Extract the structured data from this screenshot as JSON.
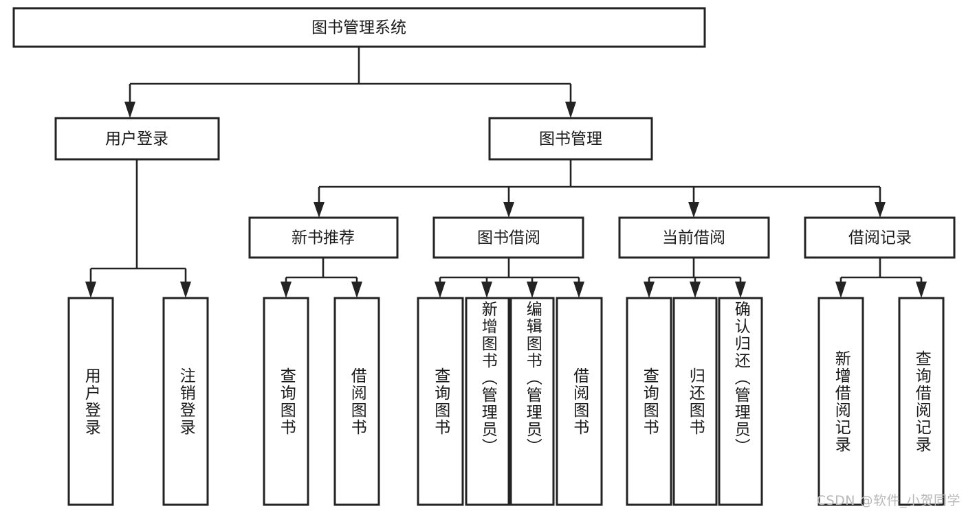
{
  "diagram": {
    "title": "图书管理系统",
    "type": "tree-hierarchy",
    "watermark": "CSDN @软件_小贺同学",
    "colors": {
      "box_stroke": "#232323",
      "box_fill": "#ffffff",
      "edge": "#232323",
      "text": "#1a1a1a",
      "watermark": "#b8b8b8",
      "background": "#ffffff"
    },
    "nodes": {
      "root": {
        "label": "图书管理系统",
        "level": 1,
        "orientation": "horizontal"
      },
      "user_login": {
        "label": "用户登录",
        "level": 2,
        "orientation": "horizontal"
      },
      "book_manage": {
        "label": "图书管理",
        "level": 2,
        "orientation": "horizontal"
      },
      "new_book_rec": {
        "label": "新书推荐",
        "level": 3,
        "orientation": "horizontal"
      },
      "book_borrow": {
        "label": "图书借阅",
        "level": 3,
        "orientation": "horizontal"
      },
      "current_borrow": {
        "label": "当前借阅",
        "level": 3,
        "orientation": "horizontal"
      },
      "borrow_record": {
        "label": "借阅记录",
        "level": 3,
        "orientation": "horizontal"
      },
      "leaf_user_login": {
        "label": "用户登录",
        "level": 4,
        "orientation": "vertical"
      },
      "leaf_logout": {
        "label": "注销登录",
        "level": 4,
        "orientation": "vertical"
      },
      "leaf_query_book_1": {
        "label": "查询图书",
        "level": 4,
        "orientation": "vertical"
      },
      "leaf_borrow_book_1": {
        "label": "借阅图书",
        "level": 4,
        "orientation": "vertical"
      },
      "leaf_query_book_2": {
        "label": "查询图书",
        "level": 4,
        "orientation": "vertical"
      },
      "leaf_add_book": {
        "label": "新增图书（管理员）",
        "level": 4,
        "orientation": "vertical"
      },
      "leaf_edit_book": {
        "label": "编辑图书（管理员）",
        "level": 4,
        "orientation": "vertical"
      },
      "leaf_borrow_book_2": {
        "label": "借阅图书",
        "level": 4,
        "orientation": "vertical"
      },
      "leaf_query_book_3": {
        "label": "查询图书",
        "level": 4,
        "orientation": "vertical"
      },
      "leaf_return_book": {
        "label": "归还图书",
        "level": 4,
        "orientation": "vertical"
      },
      "leaf_confirm_return": {
        "label": "确认归还（管理员）",
        "level": 4,
        "orientation": "vertical"
      },
      "leaf_add_record": {
        "label": "新增借阅记录",
        "level": 4,
        "orientation": "vertical"
      },
      "leaf_query_record": {
        "label": "查询借阅记录",
        "level": 4,
        "orientation": "vertical"
      }
    },
    "edges": [
      {
        "from": "root",
        "to": "user_login"
      },
      {
        "from": "root",
        "to": "book_manage"
      },
      {
        "from": "book_manage",
        "to": "new_book_rec"
      },
      {
        "from": "book_manage",
        "to": "book_borrow"
      },
      {
        "from": "book_manage",
        "to": "current_borrow"
      },
      {
        "from": "book_manage",
        "to": "borrow_record"
      },
      {
        "from": "user_login",
        "to": "leaf_user_login"
      },
      {
        "from": "user_login",
        "to": "leaf_logout"
      },
      {
        "from": "new_book_rec",
        "to": "leaf_query_book_1"
      },
      {
        "from": "new_book_rec",
        "to": "leaf_borrow_book_1"
      },
      {
        "from": "book_borrow",
        "to": "leaf_query_book_2"
      },
      {
        "from": "book_borrow",
        "to": "leaf_add_book"
      },
      {
        "from": "book_borrow",
        "to": "leaf_edit_book"
      },
      {
        "from": "book_borrow",
        "to": "leaf_borrow_book_2"
      },
      {
        "from": "current_borrow",
        "to": "leaf_query_book_3"
      },
      {
        "from": "current_borrow",
        "to": "leaf_return_book"
      },
      {
        "from": "current_borrow",
        "to": "leaf_confirm_return"
      },
      {
        "from": "borrow_record",
        "to": "leaf_add_record"
      },
      {
        "from": "borrow_record",
        "to": "leaf_query_record"
      }
    ]
  }
}
